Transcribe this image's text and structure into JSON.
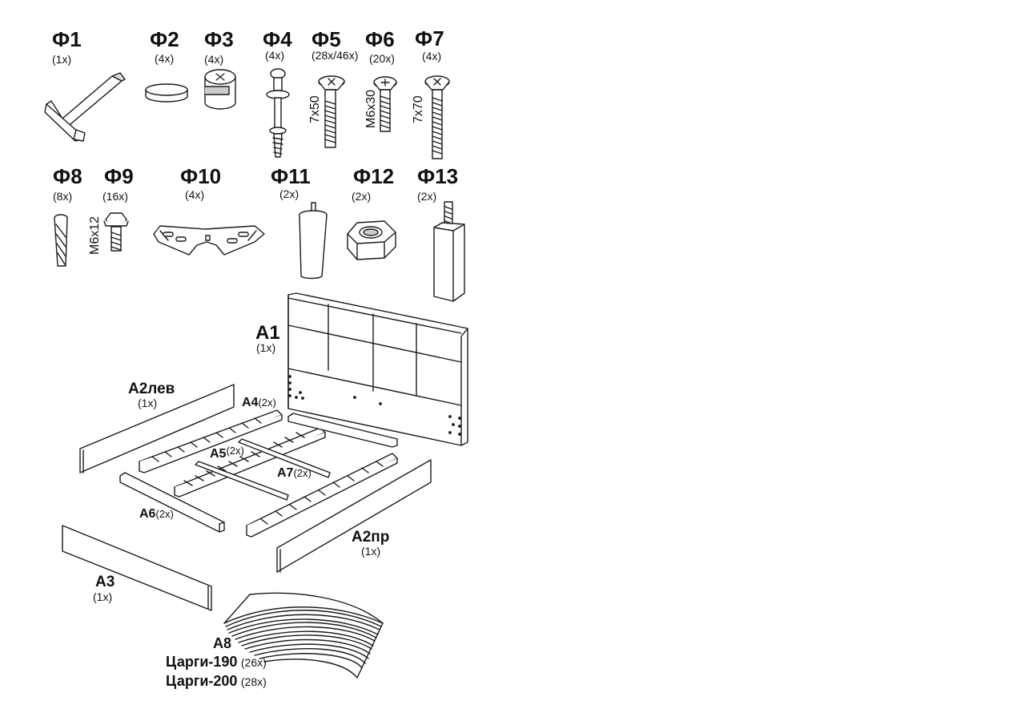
{
  "hardware": [
    {
      "code": "Ф1",
      "qty": "(1x)",
      "icon": "hex-key"
    },
    {
      "code": "Ф2",
      "qty": "(4x)",
      "icon": "cam-cap"
    },
    {
      "code": "Ф3",
      "qty": "(4x)",
      "icon": "cam-lock"
    },
    {
      "code": "Ф4",
      "qty": "(4x)",
      "icon": "cam-bolt"
    },
    {
      "code": "Ф5",
      "qty": "(28x/46x)",
      "icon": "bolt",
      "dim": "7x50"
    },
    {
      "code": "Ф6",
      "qty": "(20x)",
      "icon": "screw",
      "dim": "M6x30"
    },
    {
      "code": "Ф7",
      "qty": "(4x)",
      "icon": "bolt",
      "dim": "7x70"
    },
    {
      "code": "Ф8",
      "qty": "(8x)",
      "icon": "dowel"
    },
    {
      "code": "Ф9",
      "qty": "(16x)",
      "icon": "screw",
      "dim": "M6x12"
    },
    {
      "code": "Ф10",
      "qty": "(4x)",
      "icon": "corner-bracket"
    },
    {
      "code": "Ф11",
      "qty": "(2x)",
      "icon": "leg"
    },
    {
      "code": "Ф12",
      "qty": "(2x)",
      "icon": "nut"
    },
    {
      "code": "Ф13",
      "qty": "(2x)",
      "icon": "support-leg"
    }
  ],
  "parts": {
    "a1": {
      "code": "A1",
      "qty": "(1x)"
    },
    "a2lev": {
      "code": "A2лев",
      "qty": "(1x)"
    },
    "a4": {
      "code": "A4",
      "qty": "(2x)"
    },
    "a5": {
      "code": "A5",
      "qty": "(2x)"
    },
    "a7": {
      "code": "A7",
      "qty": "(2x)"
    },
    "a6": {
      "code": "A6",
      "qty": "(2x)"
    },
    "a2pr": {
      "code": "A2пр",
      "qty": "(1x)"
    },
    "a3": {
      "code": "A3",
      "qty": "(1x)"
    },
    "a8": {
      "code": "A8",
      "line1": "Царги-190",
      "qty1": "(26x)",
      "line2": "Царги-200",
      "qty2": "(28x)"
    }
  },
  "colors": {
    "ink": "#1a1a1a",
    "fill": "#ffffff",
    "shade": "#d9d9d9"
  }
}
